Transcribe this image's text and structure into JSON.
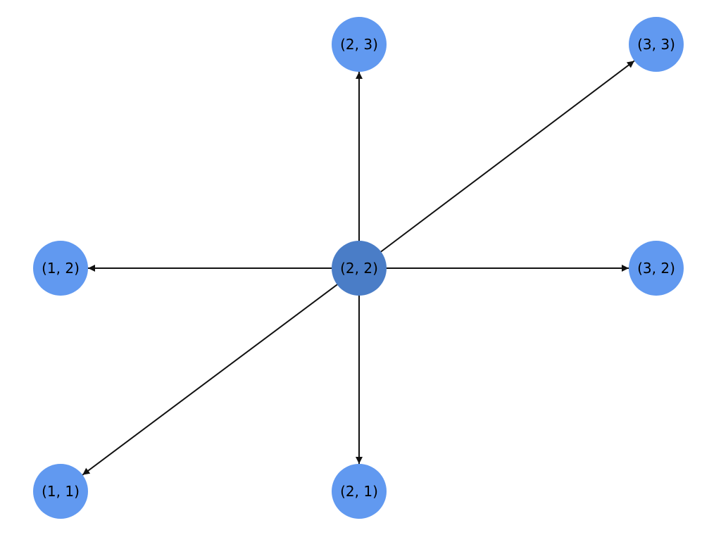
{
  "graph": {
    "center_node": "(2, 2)",
    "nodes": [
      {
        "id": "(2, 2)",
        "label": "(2, 2)",
        "role": "center"
      },
      {
        "id": "(2, 3)",
        "label": "(2, 3)",
        "role": "neighbor"
      },
      {
        "id": "(3, 3)",
        "label": "(3, 3)",
        "role": "neighbor"
      },
      {
        "id": "(1, 2)",
        "label": "(1, 2)",
        "role": "neighbor"
      },
      {
        "id": "(3, 2)",
        "label": "(3, 2)",
        "role": "neighbor"
      },
      {
        "id": "(1, 1)",
        "label": "(1, 1)",
        "role": "neighbor"
      },
      {
        "id": "(2, 1)",
        "label": "(2, 1)",
        "role": "neighbor"
      }
    ],
    "edges": [
      {
        "from": "(2, 2)",
        "to": "(2, 3)",
        "directed": true
      },
      {
        "from": "(2, 2)",
        "to": "(3, 3)",
        "directed": true
      },
      {
        "from": "(2, 2)",
        "to": "(1, 2)",
        "directed": true
      },
      {
        "from": "(2, 2)",
        "to": "(3, 2)",
        "directed": true
      },
      {
        "from": "(2, 2)",
        "to": "(1, 1)",
        "directed": true
      },
      {
        "from": "(2, 2)",
        "to": "(2, 1)",
        "directed": true
      }
    ],
    "colors": {
      "node": "#6199f0",
      "center_node": "#4a7dc7",
      "edge": "#111111",
      "label": "#000000"
    }
  }
}
